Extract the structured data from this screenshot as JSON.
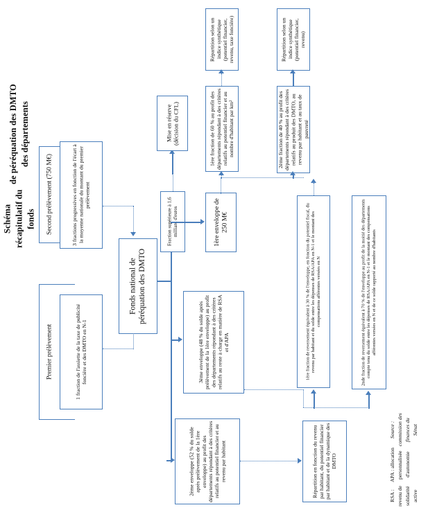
{
  "title": {
    "line1": "Schéma récapitulatif du fonds",
    "line2": "de péréquation des DMTO des départements"
  },
  "nodes": {
    "second_prelevement": "Second prélèvement (750 M€)",
    "trois_fractions": "3 fractions progressives en fonction de l'écart à la moyenne nationale du montant du premier prélèvement",
    "premier_prelevement": "Premier prélèvement",
    "fraction_assiette": "1 fraction de l'assiette de la taxe de publicité foncière et des DMTO en N-1",
    "fonds_national": "Fonds national de péréquation des DMTO",
    "fraction_superieure": "Fraction supérieure à 1,6 milliard d'euros",
    "mise_en_reserve": "Mise en réserve (décision du CFL)",
    "enveloppe_250": "1ère enveloppe de 250 M€",
    "fraction_60": "1ère fraction de 60 % au profit des départements répondant à des critères relatifs au potentiel financier et au nombre d'habitant par km²",
    "fraction_40": "2ème fraction de 40 % au profit des départements répondant à des critères relatifs au produit des DMTO, au revenu par habitant et au taux de pauvreté",
    "repartition_indice_1": "Répartition selon un indice synthétique (potentiel financier, revenu, taxe foncière)",
    "repartition_indice_2": "Répartition selon un indice synthétique (potentiel financier, revenu)",
    "enveloppe_3": "3ème enveloppe (48 % du solde après prélèvement de la 1ère enveloppe) au profit des départements répondant à des critères relatifs au reste à charge en matière de RSA et d'APA",
    "enveloppe_2": "2ème enveloppe (52 % du solde après prélèvement de la 1ère enveloppe) au profit des départements répondant à des critères relatifs au potentiel financier et au revenu par habitant",
    "reversement_30": "1ère fraction de reversement équivalent à 30 % de l'enveloppe, en fonction du potentiel fiscal, du revenu par habitant et du solde entre les dépenses de RSA/APA en N-1 et le montant des compensations afférentes versées en N",
    "reversement_70": "2nde fraction de reversement équivalent à 70 % de l'enveloppe au profit de la moitié des départements compte tenu du solde entre les dépenses de RSA/APA en N-1 et le montant des compensations afférentes versées en N et de ce solde rapporté au nombre d'habitants",
    "repartition_revenu": "Répartition en fonction du revenu par habitant, du potentiel financier par habitant et de la dynamique des DMTO"
  },
  "legend": {
    "rsa": "RSA : revenu de solidarité active",
    "apa": "APA : allocation personnalisée d'autonomie",
    "source": "Source : commission des finances du Sénat"
  },
  "colors": {
    "accent": "#4a7ebb",
    "text": "#0d0d0d",
    "background": "#ffffff"
  }
}
